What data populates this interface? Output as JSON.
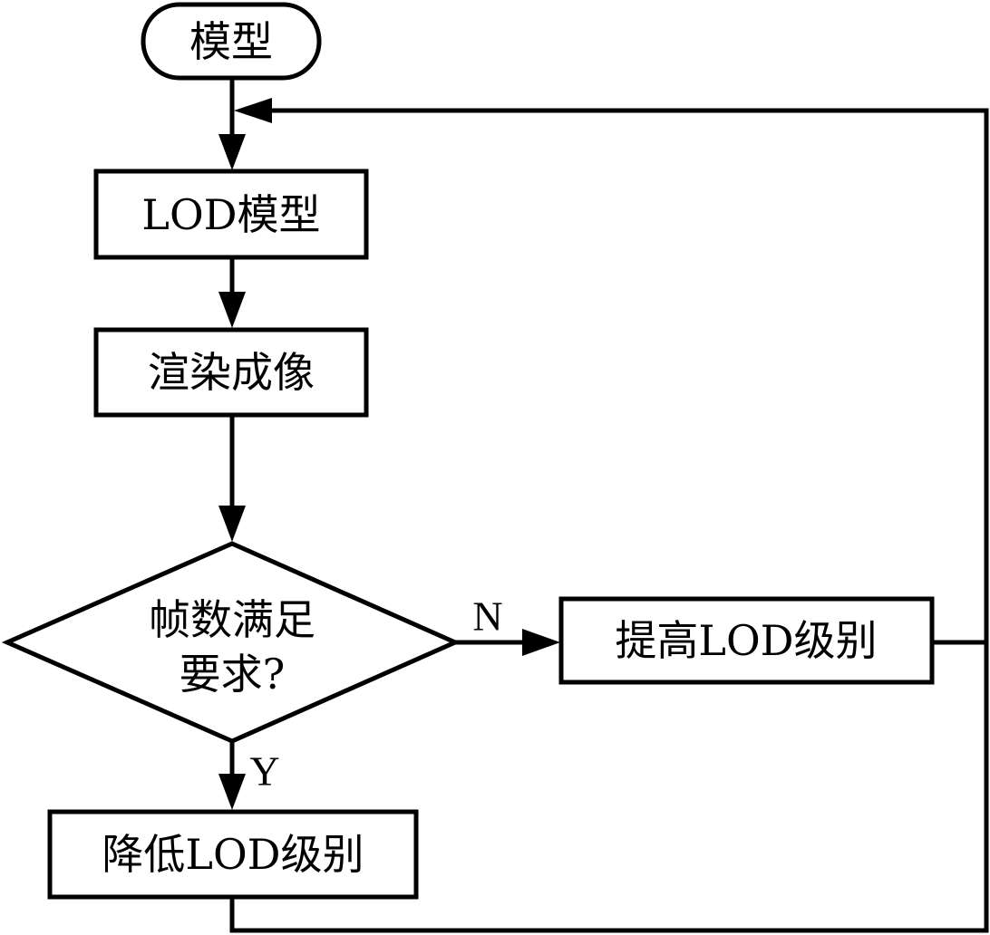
{
  "flowchart": {
    "start": "模型",
    "lod_model": "LOD模型",
    "render": "渲染成像",
    "decision": {
      "line1": "帧数满足",
      "line2": "要求?"
    },
    "increase_lod": "提高LOD级别",
    "decrease_lod": "降低LOD级别",
    "labels": {
      "no": "N",
      "yes": "Y"
    }
  }
}
